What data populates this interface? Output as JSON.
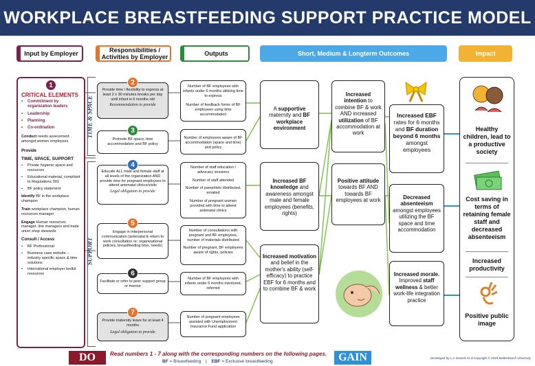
{
  "title": "WORKPLACE BREASTFEEDING SUPPORT PRACTICE MODEL",
  "headers": {
    "input": "Input by Employer",
    "resp": "Responsibilities / Activities by Employer",
    "outputs": "Outputs",
    "outcomes": "Short, Medium & Longterm Outcomes",
    "impact": "Impact"
  },
  "input": {
    "number": "1",
    "critical": "CRITICAL ELEMENTS",
    "critical_items": [
      "Commitment by organization leaders",
      "Leadership",
      "Planning",
      "Co-ordination"
    ],
    "conduct_bold": "Conduct",
    "conduct_rest": " needs assessment amongst women employees",
    "provide": "Provide",
    "tss": "TIME, SPACE, SUPPORT",
    "tss_items": [
      "Private hygienic space and resources",
      "Educational material, compliant to Regulations 991",
      "BF policy statement"
    ],
    "identify_bold": "Identify",
    "identify_rest": " BF in the workplace champion",
    "train_bold": "Train",
    "train_rest": " workplace champion, human resources manager",
    "engage_bold": "Engage",
    "engage_rest": " Human resources manager, line managers and trade union shop stewards",
    "consult": "Consult / Access",
    "consult_items": [
      "BF Professional",
      "Business case website – industry specific space & time solutions",
      "International employer toolkit resources"
    ]
  },
  "side_labels": {
    "time_space": "TIME & SPACE",
    "support": "SUPPORT"
  },
  "activities": [
    {
      "num": "2",
      "text": "Provide time / flexibility to express at least 2 x 30 minutes breaks per day until infant is 6 months old",
      "note": "Recommendation to provide"
    },
    {
      "num": "3",
      "text": "Promote BF space, time accommodation and BF policy",
      "note": ""
    },
    {
      "num": "4",
      "text": "Educate ALL male and female staff at all levels of the organization AND provide time for pregnant employees to attend antenatal clinics/visits",
      "note": "Legal obligation to provide"
    },
    {
      "num": "5",
      "text": "Engage in interpersonal communication (antenatal & return to work consultation re: organizational policies, breastfeeding time, needs)",
      "note": ""
    },
    {
      "num": "6",
      "text": "Facilitate or refer to peer support group or mentor",
      "note": ""
    },
    {
      "num": "7",
      "text": "Provide maternity leave for at least 4 months",
      "note": "Legal obligation to provide"
    }
  ],
  "outputs": [
    [
      "Number of BF employees with infants under 6 months utilizing time to express",
      "Number of feedback forms of BF employees using time accommodation"
    ],
    [
      "Number of employees aware of BF accommodation (space and time) and policy"
    ],
    [
      "Number of staff education / advocacy sessions",
      "Number of staff attended",
      "Number of pamphlets distributed, emailed",
      "Number of pregnant women provided with time to attend antenatal clinics"
    ],
    [
      "Number of consultations with pregnant and BF employees, number of materials distributed",
      "Number of pregnant, BF employees aware of rights, policies"
    ],
    [
      "Number of BF employees with infants under 6 months mentored, referred"
    ],
    [
      "Number of pregnant employees assisted with Unemployment Insurance Fund application"
    ]
  ],
  "outcomes": {
    "o1": [
      "A ",
      "supportive",
      " maternity and ",
      "BF workplace environment",
      ""
    ],
    "o2": [
      "",
      "Increased BF knowledge",
      " and awareness amongst male and female employees (benefits, rights)",
      "",
      ""
    ],
    "o3": [
      "",
      "Increased motivation",
      " and belief in the mother's ability (self-efficacy) to practice EBF for 6 months and to combine BF & work",
      "",
      ""
    ],
    "o4": [
      "",
      "Increased intention",
      " to combine BF & work AND increased ",
      "utilization",
      " of BF accommodation at work"
    ],
    "o5": [
      "",
      "Positive attitude",
      " towards BF AND towards BF employees at work",
      "",
      ""
    ],
    "o6": [
      "",
      "Increased EBF",
      " rates for 6 months and ",
      "BF duration beyond 6 months",
      " amongst employees"
    ],
    "o7": [
      "",
      "Decreased absenteeism",
      " amongst employees utilizing the BF space and time accommodation",
      "",
      ""
    ],
    "o8": [
      "",
      "Increased morale.",
      " Improved ",
      "staff wellness",
      " & better work-life integration practice"
    ]
  },
  "impact": [
    "Healthy children, lead to a productive society",
    "Cost saving in terms of retaining female staff and decreased absenteeism",
    "Increased productivity",
    "Positive public image"
  ],
  "footer": {
    "do": "DO",
    "gain": "GAIN",
    "read": "Read numbers 1 - 7 along with the corresponding numbers on the following pages.",
    "bf": "BF",
    "bf_def": " = Breastfeeding",
    "sep": "|",
    "ebf": "EBF",
    "ebf_def": " = Exclusive breastfeeding",
    "credit": "Developed by L.C Daniels et al.Copyright © 2019 Stellenbosch University"
  },
  "colors": {
    "navy": "#233a6a",
    "maroon": "#7b1f4b",
    "orange": "#e8722a",
    "green": "#2e8b3e",
    "blue": "#2f8fd8",
    "gold": "#f2b233",
    "lime": "#7ac143"
  }
}
